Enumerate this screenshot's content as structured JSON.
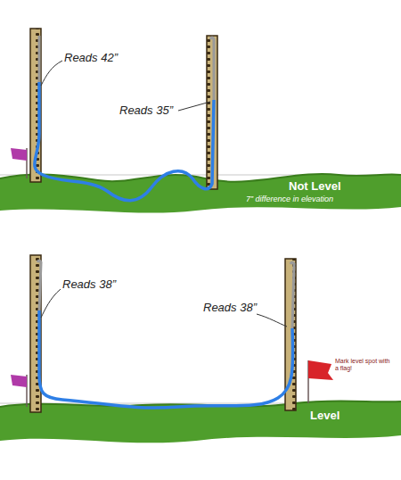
{
  "diagram": {
    "labels": [
      "Reads 42”",
      "Reads 35”",
      "Not Level",
      "7” difference in elevation",
      "Reads 38”",
      "Reads 38”",
      "Mark level spot with a flag!",
      "Level"
    ]
  }
}
